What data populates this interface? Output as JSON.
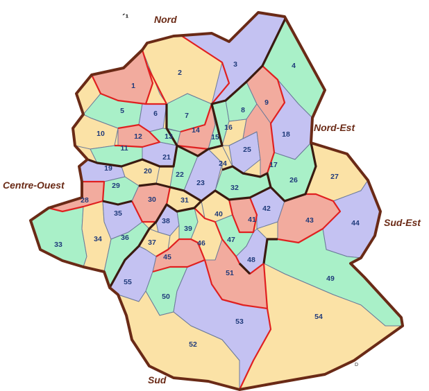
{
  "map": {
    "regions": {
      "nord": "Nord",
      "nord_est": "Nord-Est",
      "centre_ouest": "Centre-Ouest",
      "sud_est": "Sud-Est",
      "sud": "Sud"
    },
    "corner_mark": "D",
    "top_glyph": "´¹",
    "zone_labels": [
      "1",
      "2",
      "3",
      "4",
      "5",
      "6",
      "7",
      "8",
      "9",
      "10",
      "11",
      "12",
      "13",
      "14",
      "15",
      "16",
      "17",
      "18",
      "19",
      "20",
      "21",
      "22",
      "23",
      "24",
      "25",
      "26",
      "27",
      "28",
      "29",
      "30",
      "31",
      "32",
      "33",
      "34",
      "35",
      "36",
      "37",
      "38",
      "39",
      "40",
      "41",
      "42",
      "43",
      "44",
      "45",
      "46",
      "47",
      "48",
      "49",
      "50",
      "51",
      "52",
      "53",
      "54",
      "55"
    ],
    "colors": {
      "mint": "#a9f0c8",
      "peach": "#fbe2a6",
      "lavender": "#c4c2f2",
      "salmon": "#f2ab9e",
      "outline": "#6a2a16",
      "boundary": "#e02020",
      "label": "#1f3a7a"
    }
  }
}
